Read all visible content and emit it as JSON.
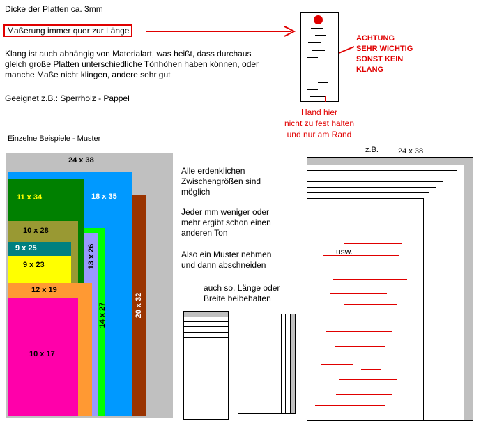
{
  "intro": {
    "thickness": "Dicke der Platten ca. 3mm",
    "grain": "Maßerung immer quer zur Länge",
    "sound_lines": [
      "Klang ist auch abhängig von Materialart, was heißt, dass durchaus",
      "gleich große Platten unterschiedliche Tönhöhen haben können, oder",
      "manche Maße nicht klingen, andere sehr gut"
    ],
    "suitable": "Geeignet z.B.: Sperrholz - Pappel"
  },
  "warning": {
    "lines": [
      "ACHTUNG",
      "SEHR WICHTIG",
      "SONST KEIN",
      "KLANG"
    ]
  },
  "hold": {
    "lines": [
      "Hand hier",
      "nicht zu fest halten",
      "und nur am Rand"
    ]
  },
  "examples_title": "Einzelne Beispiele - Muster",
  "plates": [
    {
      "label": "24 x 38",
      "color": "#c0c0c0"
    },
    {
      "label": "20 x 32",
      "color": "#993300"
    },
    {
      "label": "18 x 35",
      "color": "#0099ff"
    },
    {
      "label": "14 x 27",
      "color": "#00ff00"
    },
    {
      "label": "13 x 26",
      "color": "#9999ff"
    },
    {
      "label": "11 x 34",
      "color": "#008000"
    },
    {
      "label": "10 x 28",
      "color": "#999933"
    },
    {
      "label": "9 x 25",
      "color": "#008080"
    },
    {
      "label": "9 x 23",
      "color": "#ffff00"
    },
    {
      "label": "12 x 19",
      "color": "#ff9933"
    },
    {
      "label": "10 x 17",
      "color": "#ff00aa"
    }
  ],
  "notes": {
    "sizes": [
      "Alle erdenklichen",
      "Zwischengrößen sind",
      "möglich"
    ],
    "mm": [
      "Jeder mm weniger oder",
      "mehr ergibt schon einen",
      "anderen Ton"
    ],
    "pattern": [
      "Also ein Muster nehmen",
      "und dann abschneiden"
    ],
    "keep": [
      "auch so, Länge oder",
      "Breite beibehalten"
    ]
  },
  "right": {
    "zb": "z.B.",
    "size": "24 x 38",
    "usw": "usw."
  },
  "colors": {
    "red": "#e00000",
    "gray": "#c0c0c0"
  }
}
